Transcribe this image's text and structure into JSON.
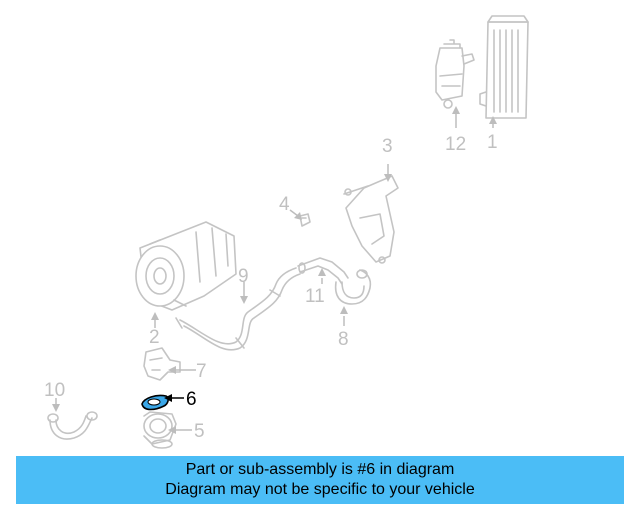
{
  "diagram": {
    "callouts": [
      "1",
      "2",
      "3",
      "4",
      "5",
      "6",
      "7",
      "8",
      "9",
      "10",
      "11",
      "12"
    ],
    "highlighted_part": "6",
    "colors": {
      "line_art": "#c4c4c4",
      "highlight_fill": "#3aa7e8",
      "highlight_label": "#000000",
      "banner_background": "#4bbdf6"
    }
  },
  "banner": {
    "line1": "Part or sub-assembly is #6 in diagram",
    "line2": "Diagram may not be specific to your vehicle"
  }
}
